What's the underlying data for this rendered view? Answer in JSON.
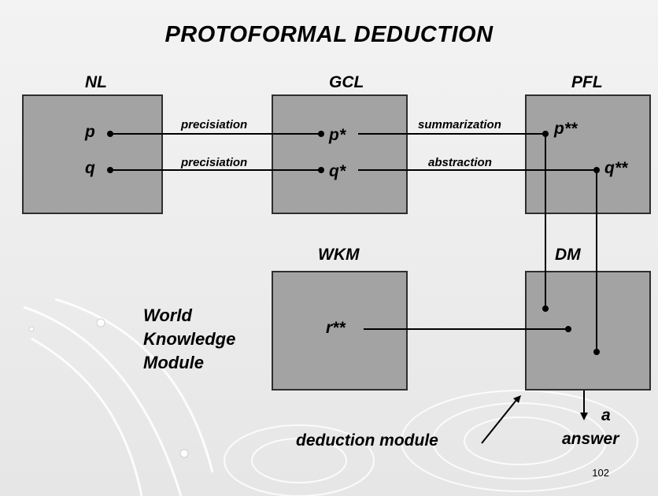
{
  "title": "PROTOFORMAL DEDUCTION",
  "boxes": {
    "nl": "NL",
    "gcl": "GCL",
    "pfl": "PFL",
    "wkm": "WKM",
    "dm": "DM"
  },
  "nodes": {
    "p": "p",
    "q": "q",
    "p_star": "p*",
    "q_star": "q*",
    "p_2star": "p**",
    "q_2star": "q**",
    "r_2star": "r**"
  },
  "edges": {
    "precisiation_p": "precisiation",
    "precisiation_q": "precisiation",
    "summarization": "summarization",
    "abstraction": "abstraction"
  },
  "wkm_caption": [
    "World",
    "Knowledge",
    "Module"
  ],
  "deduction_module_label": "deduction module",
  "answer_symbol": "a",
  "answer_label": "answer",
  "page_number": "102"
}
